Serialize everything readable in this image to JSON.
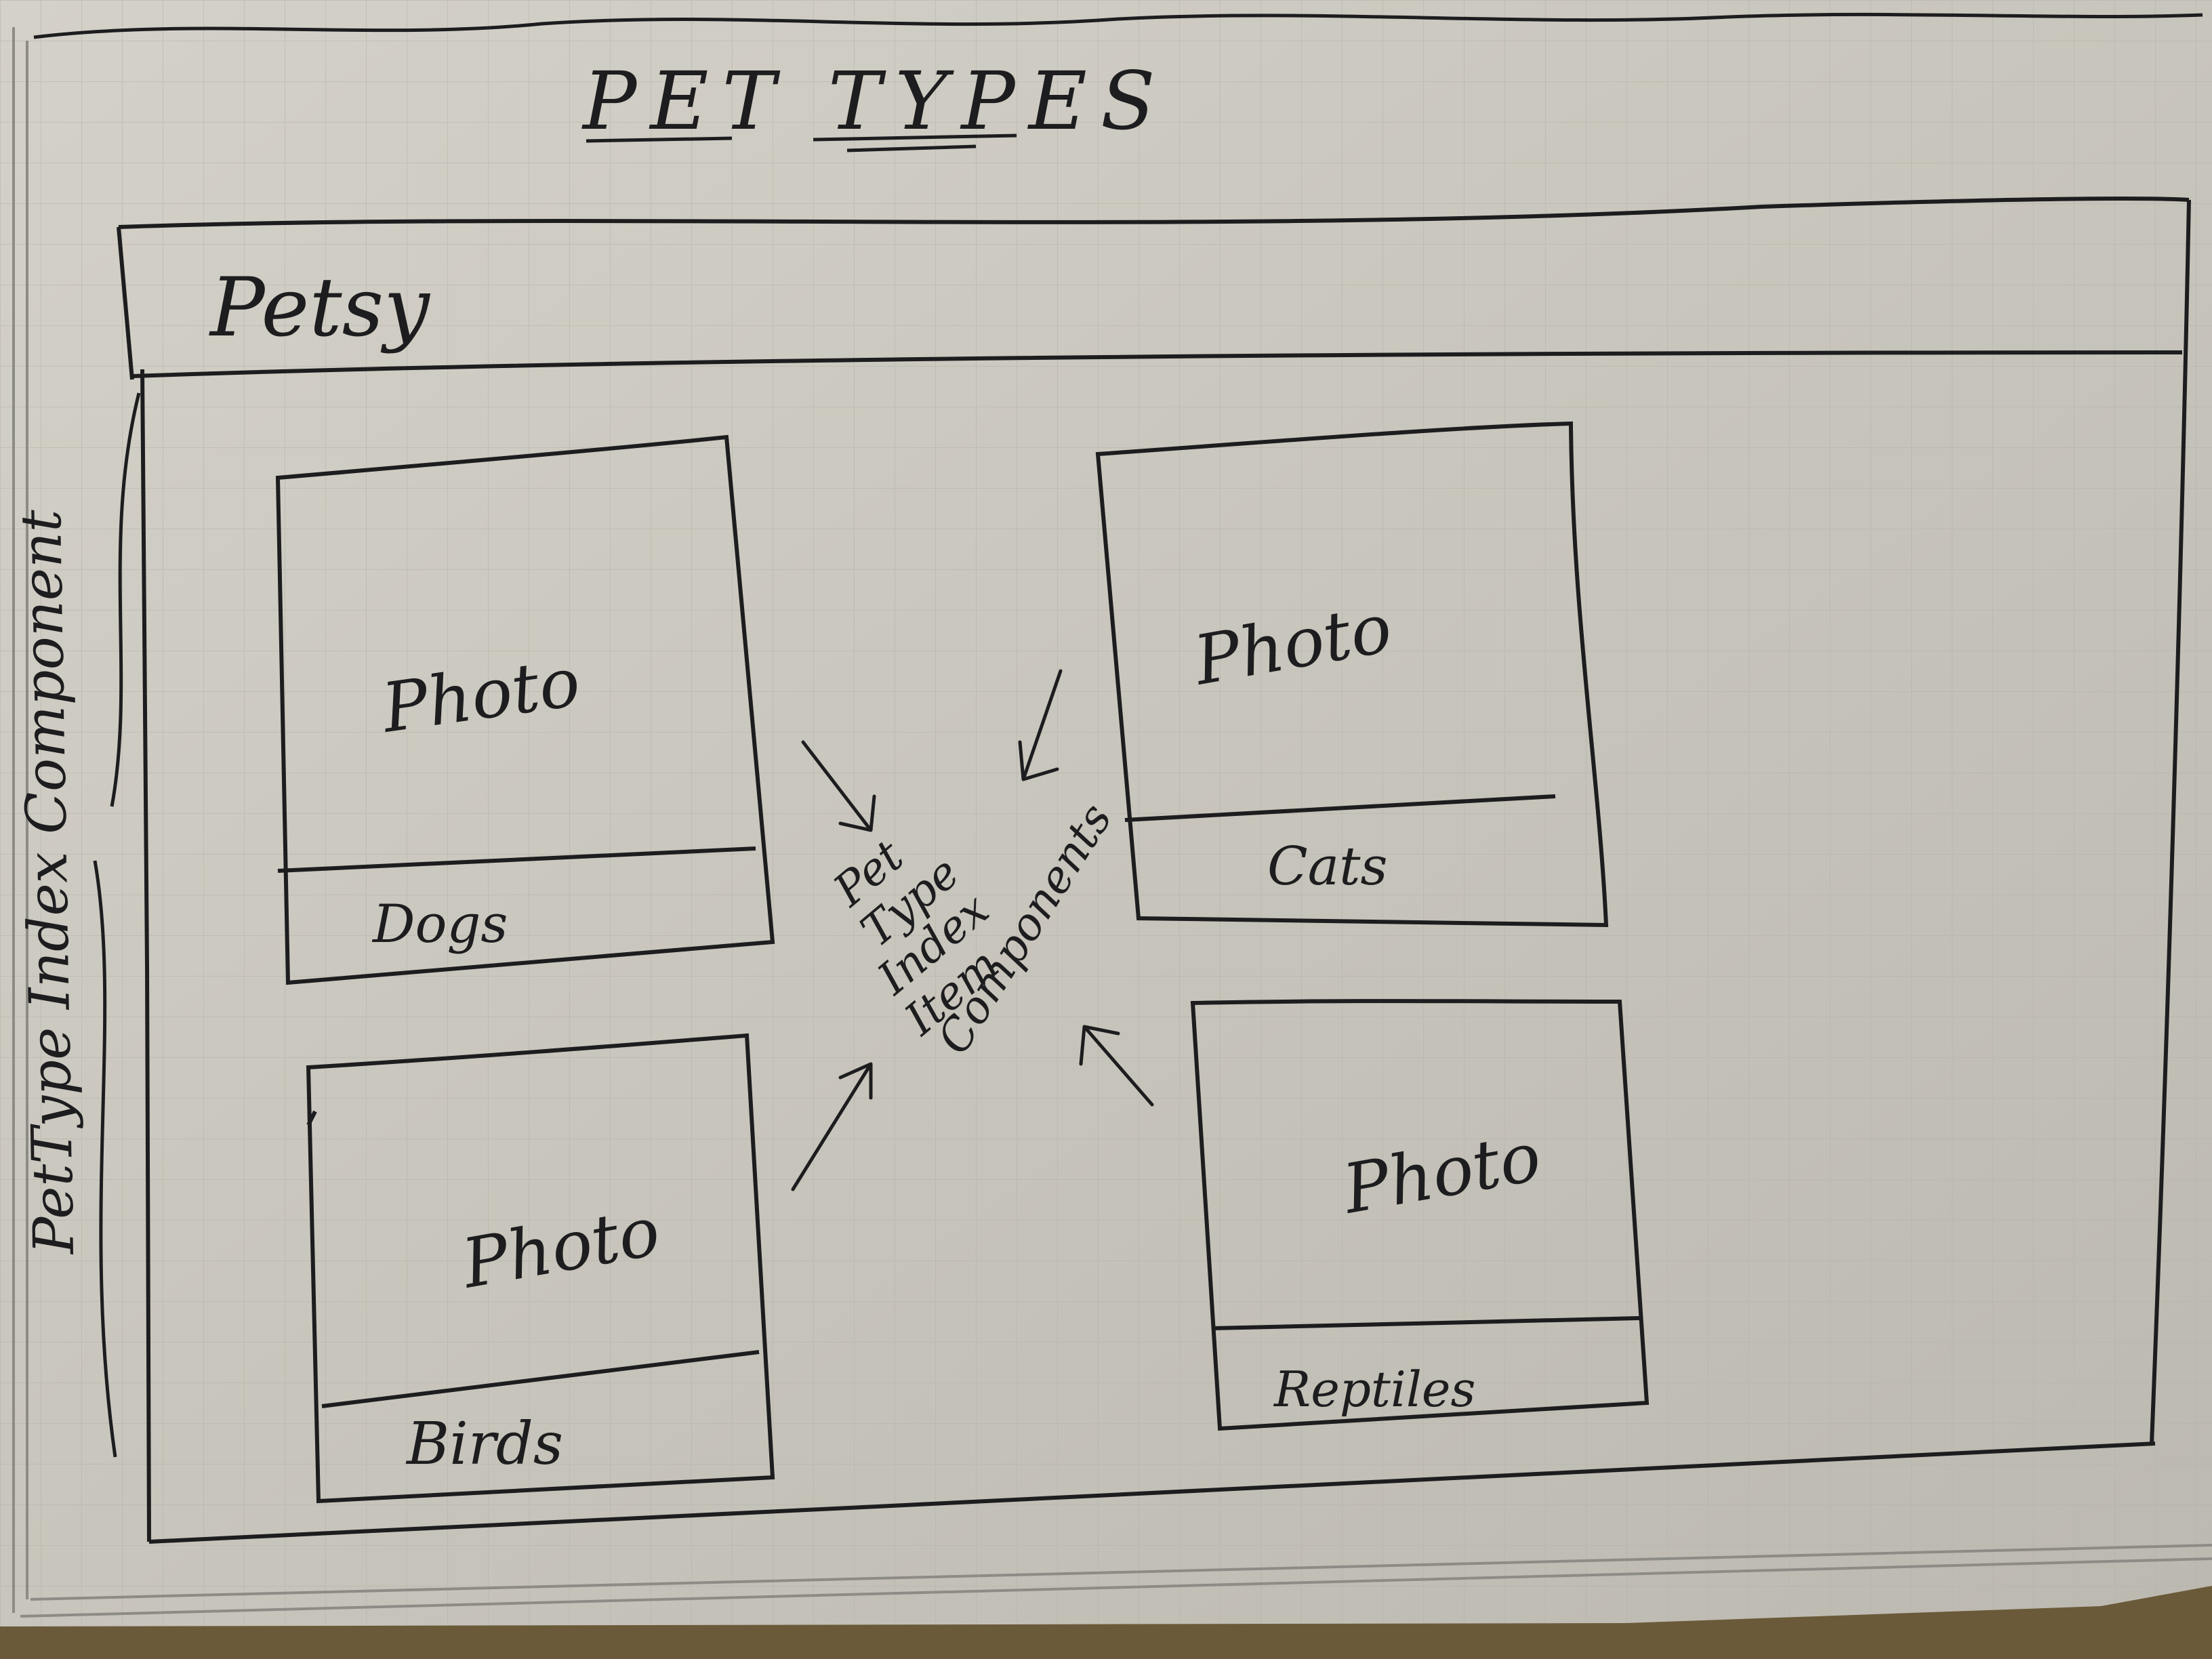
{
  "sketch": {
    "title": "PET TYPES",
    "app_name": "Petsy",
    "container_label": "PetType Index Component",
    "item_label": [
      "Pet",
      "Type",
      "Index",
      "Item",
      "Components"
    ],
    "cards": [
      {
        "photo": "Photo",
        "caption": "Dogs"
      },
      {
        "photo": "Photo",
        "caption": "Cats"
      },
      {
        "photo": "Photo",
        "caption": "Birds"
      },
      {
        "photo": "Photo",
        "caption": "Reptiles"
      }
    ]
  },
  "colors": {
    "paper": "#c9c6bd",
    "grid": "#b3b1a8",
    "ink": "#1d1d1f",
    "background": "#6b5a3a"
  }
}
